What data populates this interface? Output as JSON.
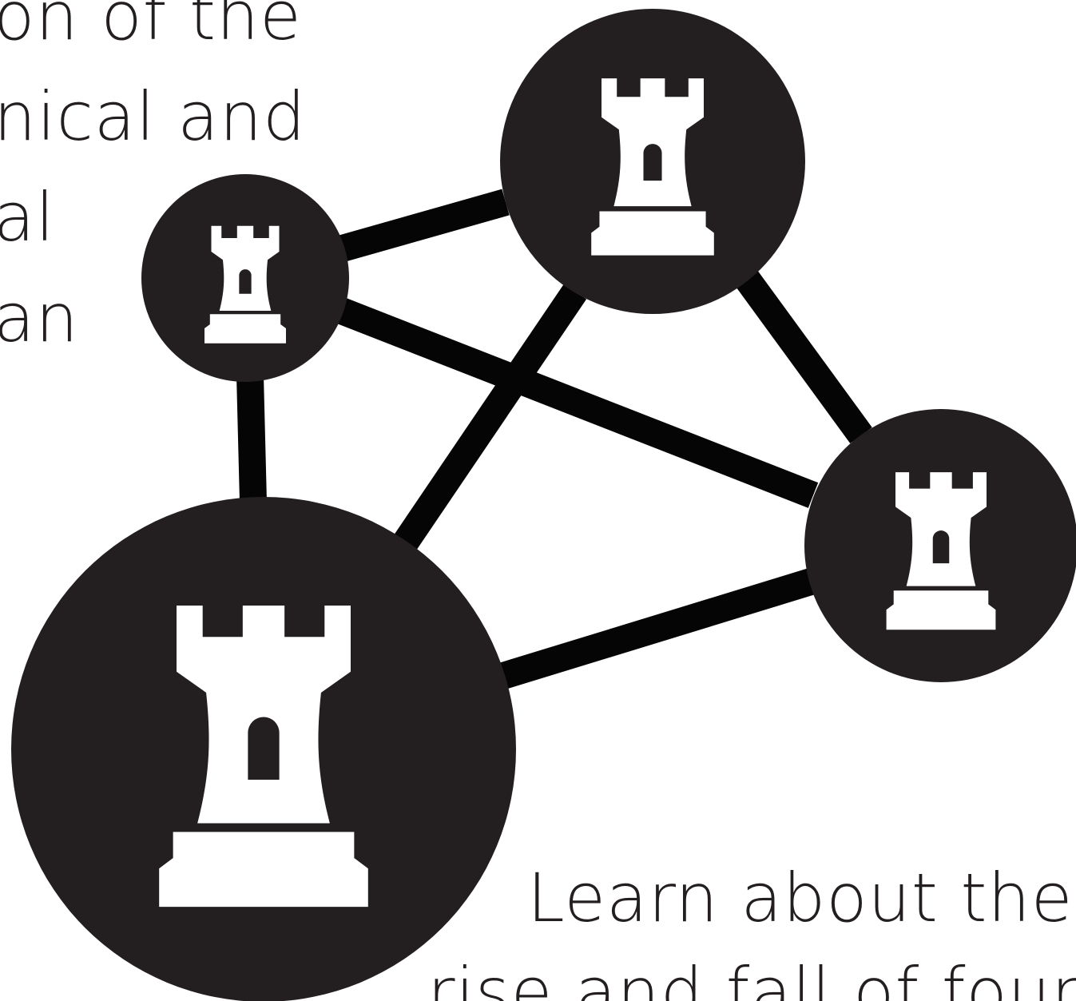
{
  "text_top_left": {
    "lines": [
      "on of the",
      "nical and",
      "al",
      "an"
    ]
  },
  "text_bottom_right": {
    "lines": [
      "Learn about the",
      "rise and fall of four"
    ]
  },
  "colors": {
    "node_fill": "#231f20",
    "edge": "#050505",
    "icon": "#ffffff",
    "text": "#231f20",
    "background": "#ffffff"
  },
  "nodes": [
    {
      "id": "node-small-top-left",
      "icon": "rook-tower-icon"
    },
    {
      "id": "node-medium-top",
      "icon": "rook-tower-icon"
    },
    {
      "id": "node-medium-right",
      "icon": "rook-tower-icon"
    },
    {
      "id": "node-large-bottom-left",
      "icon": "rook-tower-icon"
    }
  ],
  "edges": [
    {
      "from": "node-small-top-left",
      "to": "node-medium-top"
    },
    {
      "from": "node-small-top-left",
      "to": "node-medium-right"
    },
    {
      "from": "node-small-top-left",
      "to": "node-large-bottom-left"
    },
    {
      "from": "node-medium-top",
      "to": "node-medium-right"
    },
    {
      "from": "node-medium-top",
      "to": "node-large-bottom-left"
    },
    {
      "from": "node-large-bottom-left",
      "to": "node-medium-right"
    }
  ]
}
